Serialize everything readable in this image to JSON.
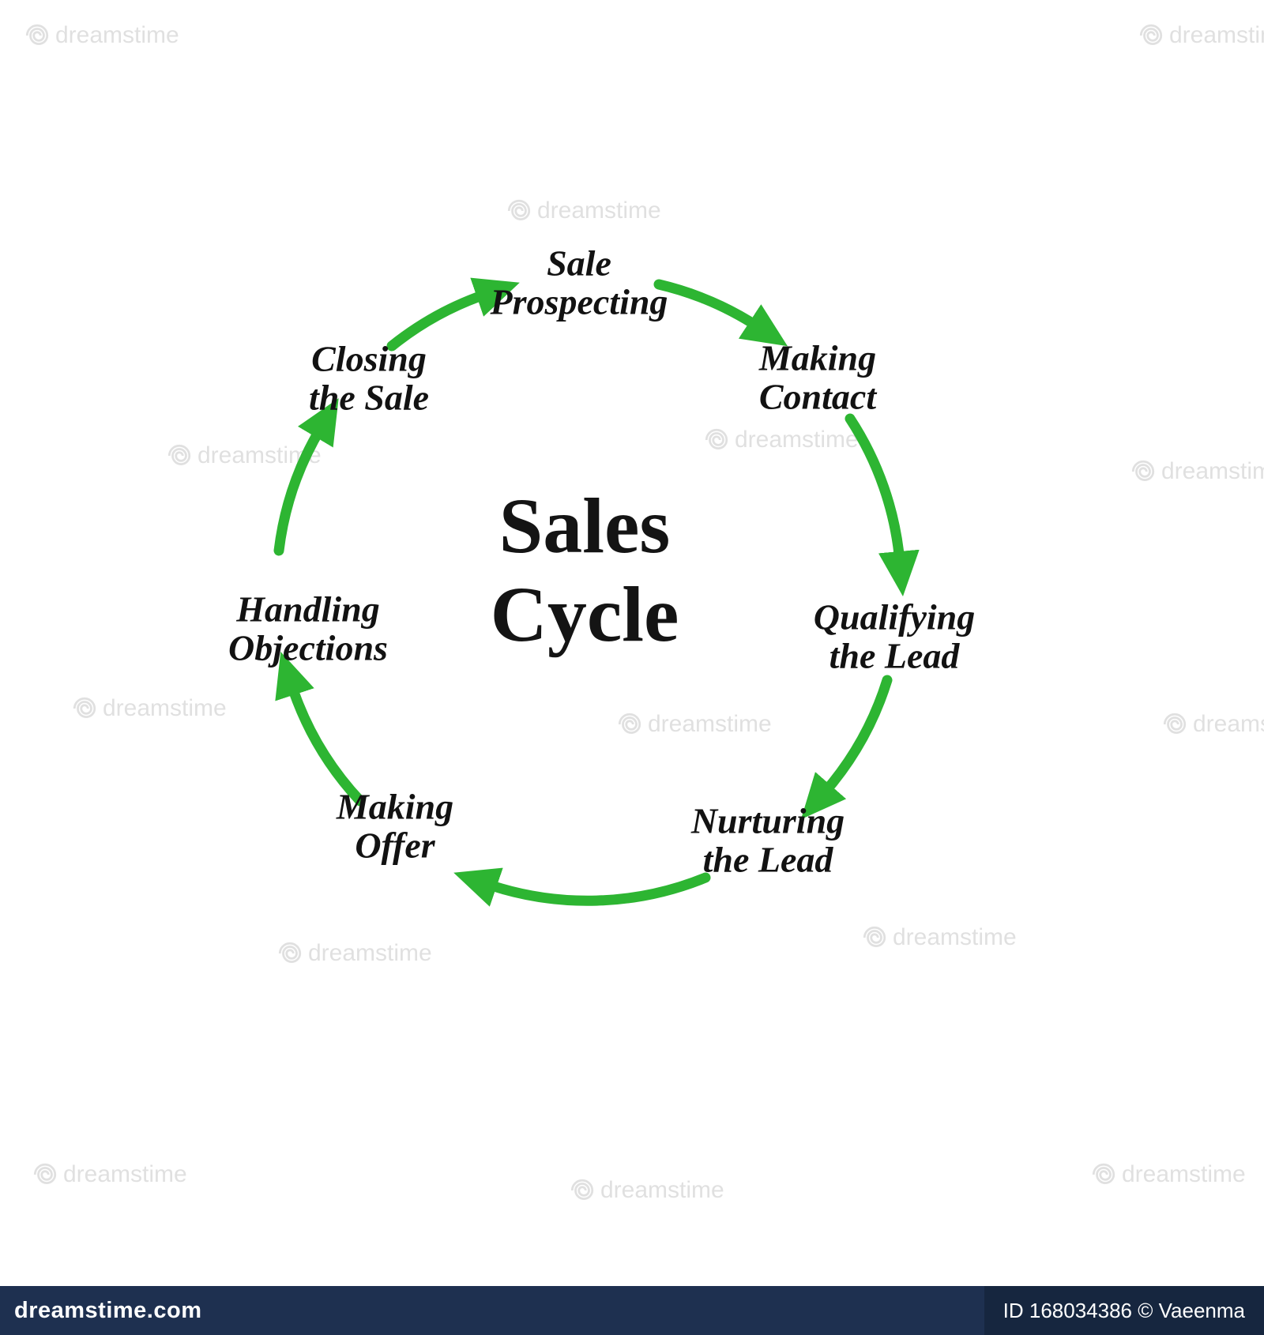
{
  "diagram": {
    "title_lines": [
      "Sales",
      "Cycle"
    ],
    "arrow_color": "#2db532",
    "stages": [
      {
        "name": "sale-prospecting",
        "lines": [
          "Sale",
          "Prospecting"
        ]
      },
      {
        "name": "making-contact",
        "lines": [
          "Making",
          "Contact"
        ]
      },
      {
        "name": "qualifying-the-lead",
        "lines": [
          "Qualifying",
          "the Lead"
        ]
      },
      {
        "name": "nurturing-the-lead",
        "lines": [
          "Nurturing",
          "the Lead"
        ]
      },
      {
        "name": "making-offer",
        "lines": [
          "Making",
          "Offer"
        ]
      },
      {
        "name": "handling-objections",
        "lines": [
          "Handling",
          "Objections"
        ]
      },
      {
        "name": "closing-the-sale",
        "lines": [
          "Closing",
          "the Sale"
        ]
      }
    ]
  },
  "watermark": {
    "text": "dreamstime"
  },
  "footer": {
    "site": "dreamstime.com",
    "credit": "ID 168034386 © Vaeenma"
  }
}
